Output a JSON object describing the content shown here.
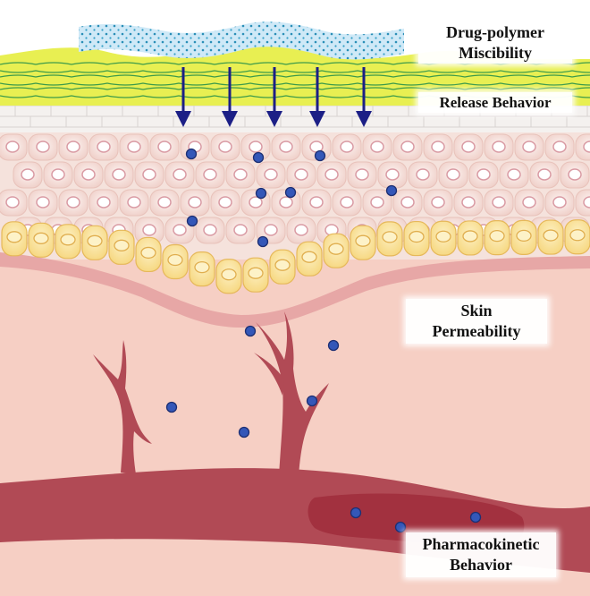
{
  "labels": {
    "miscibility": [
      "Drug-polymer",
      "Miscibility"
    ],
    "release": "Release Behavior",
    "skin": [
      "Skin",
      "Permeability"
    ],
    "pk": [
      "Pharmacokinetic",
      "Behavior"
    ]
  },
  "colors": {
    "dermis": "#f6cfc4",
    "basal_cell": "#f8dc8e",
    "epidermal_cell": "#f3d6d2",
    "vessel": "#b14a55",
    "vessel_lumen": "#a2313f",
    "drug_dot": "#3457b8",
    "arrow": "#1c1f86",
    "patch": "#cfe9f7",
    "polymer_layer": "#e8ef52"
  },
  "icons": [
    "drug-particle-icon",
    "release-arrow-icon"
  ]
}
